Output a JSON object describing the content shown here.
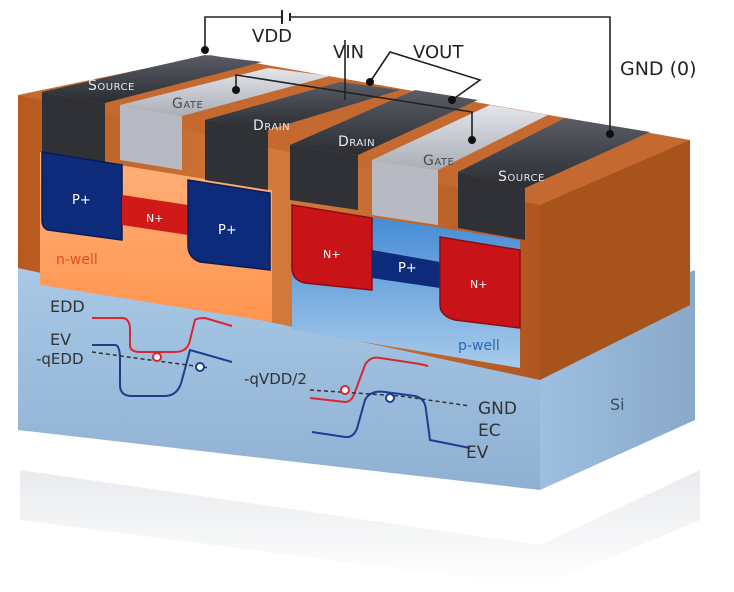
{
  "labels": {
    "vdd": "VDD",
    "vin": "VIN",
    "vout": "VOUT",
    "gnd_terminal": "GND (0)",
    "source_left": "Source",
    "gate_left": "Gate",
    "drain_left": "Drain",
    "drain_right": "Drain",
    "gate_right": "Gate",
    "source_right": "Source",
    "p_plus_1": "P+",
    "n_plus_1": "N+",
    "p_plus_2": "P+",
    "n_plus_2": "N+",
    "p_plus_3": "P+",
    "n_plus_3": "N+",
    "n_well": "n-well",
    "p_well": "p-well",
    "si": "Si",
    "e_dd": "EDD",
    "e_v_left": "EV",
    "neg_q_edd": "-qEDD",
    "neg_q_vdd_half": "-qVDD/2",
    "gnd_band": "GND",
    "e_c": "EC",
    "e_v_right": "EV"
  },
  "colors": {
    "copper": "#c8682a",
    "dark_contact": "#3a3d44",
    "gate_gray": "#c9ccd2",
    "n_well": "#ff9b5c",
    "p_well": "#5aa2e0",
    "substrate": "#9bbcdc",
    "p_plus": "#0d2b7a",
    "n_plus": "#c81418",
    "red_band": "#d9272e",
    "blue_band": "#1b3f8f"
  }
}
